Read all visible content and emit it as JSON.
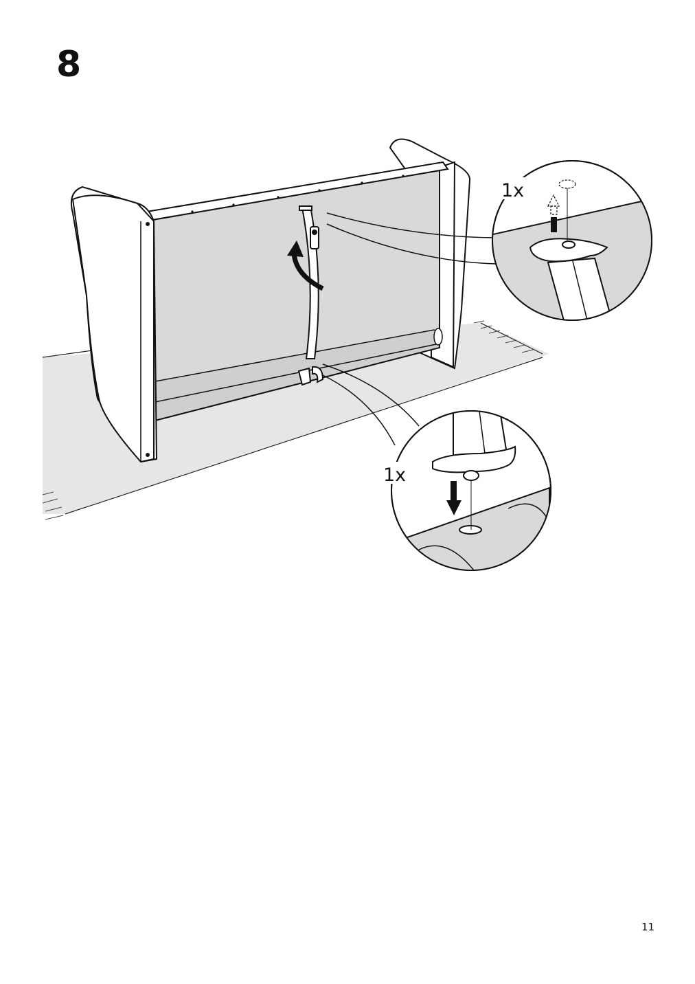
{
  "page": {
    "step_number": "8",
    "page_number": "11"
  },
  "detail_top": {
    "quantity_label": "1x"
  },
  "detail_bottom": {
    "quantity_label": "1x"
  }
}
